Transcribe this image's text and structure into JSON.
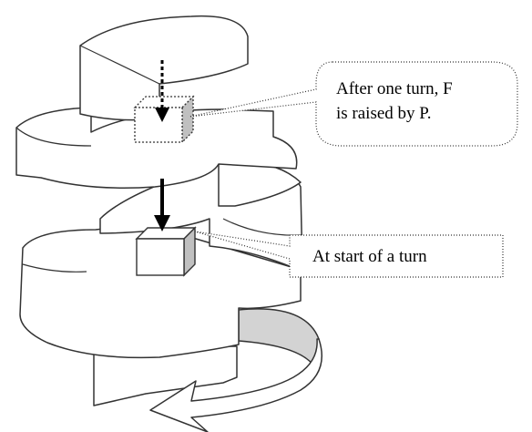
{
  "callouts": {
    "raised": {
      "line1": "After one turn, F",
      "line2": "is raised by P."
    },
    "start": {
      "text": "At start of a turn"
    }
  },
  "colors": {
    "outline": "#333333",
    "shaded_face": "#c0c0c0",
    "arrow_band": "#d3d3d3",
    "background": "#ffffff"
  }
}
